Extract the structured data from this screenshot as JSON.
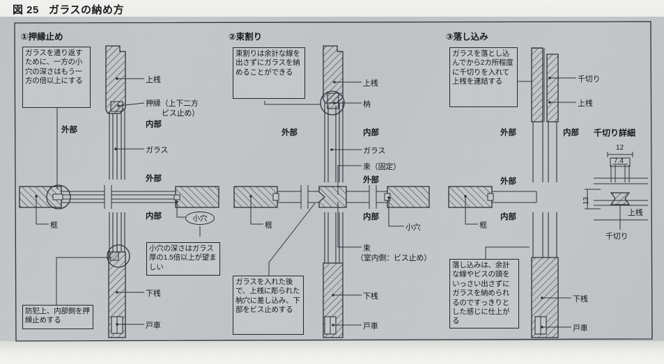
{
  "figure": {
    "number": "図 25",
    "title": "ガラスの納め方"
  },
  "panels": [
    {
      "id": "panel-1",
      "heading": "①押縁止め",
      "notes": [
        {
          "id": "note-kogi-depth",
          "text": "ガラスを遣り返すために、一方の小穴の深さはもう一方の倍以上にする"
        },
        {
          "id": "note-bohan",
          "text": "防犯上、内部側を押縁止めする"
        },
        {
          "id": "note-kogi-detail",
          "text": "小穴の深さはガラス厚の1.5倍以上が望ましい"
        }
      ],
      "callout": "小穴",
      "labels": [
        "上桟",
        "押縁（上下二方\nビス止め）",
        "ガラス",
        "框",
        "下桟",
        "戸車"
      ],
      "label_items": [
        {
          "name": "kamizan",
          "text": "上桟"
        },
        {
          "name": "oshibuchi-line1",
          "text": "押縁（上下二方"
        },
        {
          "name": "oshibuchi-line2",
          "text": "ビス止め）"
        },
        {
          "name": "glass",
          "text": "ガラス"
        },
        {
          "name": "kamachi",
          "text": "框"
        },
        {
          "name": "shimozan",
          "text": "下桟"
        },
        {
          "name": "toguruma",
          "text": "戸車"
        }
      ],
      "sides": [
        {
          "name": "exterior-top",
          "text": "外部"
        },
        {
          "name": "interior-top",
          "text": "内部"
        },
        {
          "name": "exterior-mid",
          "text": "外部"
        },
        {
          "name": "interior-mid",
          "text": "内部"
        }
      ]
    },
    {
      "id": "panel-2",
      "heading": "②束割り",
      "notes": [
        {
          "id": "note-tsukawari",
          "text": "束割りは余計な線を出さずにガラスを納めることができる"
        },
        {
          "id": "note-hozo",
          "text": "ガラスを入れた後で、上桟に彫られた枘穴に差し込み、下部をビス止めする"
        }
      ],
      "label_items": [
        {
          "name": "kamizan",
          "text": "上桟"
        },
        {
          "name": "hozo",
          "text": "枘"
        },
        {
          "name": "glass",
          "text": "ガラス"
        },
        {
          "name": "tsuka-fixed",
          "text": "束（固定）"
        },
        {
          "name": "kamachi",
          "text": "框"
        },
        {
          "name": "kogi",
          "text": "小穴"
        },
        {
          "name": "tsuka-line1",
          "text": "束"
        },
        {
          "name": "tsuka-line2",
          "text": "（室内側：ビス止め）"
        },
        {
          "name": "shimozan",
          "text": "下桟"
        },
        {
          "name": "toguruma",
          "text": "戸車"
        }
      ],
      "sides": [
        {
          "name": "exterior-top",
          "text": "外部"
        },
        {
          "name": "interior-top",
          "text": "内部"
        },
        {
          "name": "exterior-mid",
          "text": "外部"
        },
        {
          "name": "interior-mid",
          "text": "内部"
        }
      ]
    },
    {
      "id": "panel-3",
      "heading": "③落し込み",
      "notes": [
        {
          "id": "note-chigiri",
          "text": "ガラスを落とし込んでから2カ所程度に千切りを入れて上桟を連結する"
        },
        {
          "id": "note-otoshikomi",
          "text": "落し込みは、余計な線やビスの頭をいっさい出さずにガラスを納められるのですっきりとした感じに仕上がる"
        }
      ],
      "label_items": [
        {
          "name": "chigiri",
          "text": "千切り"
        },
        {
          "name": "kamizan",
          "text": "上桟"
        },
        {
          "name": "kamachi",
          "text": "框"
        },
        {
          "name": "shimozan",
          "text": "下桟"
        },
        {
          "name": "toguruma",
          "text": "戸車"
        }
      ],
      "sides": [
        {
          "name": "exterior-top",
          "text": "外部"
        },
        {
          "name": "interior-top",
          "text": "内部"
        },
        {
          "name": "exterior-mid",
          "text": "外部"
        },
        {
          "name": "interior-mid",
          "text": "内部"
        }
      ],
      "detail": {
        "title": "千切り詳細",
        "dim_width_outer": "12",
        "dim_width_inner": "7.4",
        "dim_height": "13",
        "label_kamizan": "上桟",
        "label_chigiri": "千切り"
      }
    }
  ],
  "colors": {
    "paper": "#c2c5c8",
    "ink": "#20232a",
    "hatch": "#30343c",
    "box_fill": "#c6c9cb"
  }
}
